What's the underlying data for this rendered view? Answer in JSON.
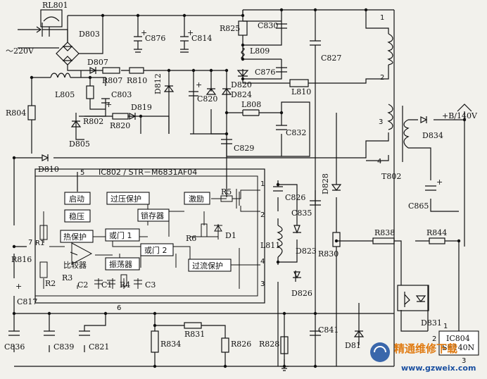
{
  "components": {
    "RL801": "RL801",
    "D803": "D803",
    "C876a": "C876",
    "C814": "C814",
    "R825": "R825",
    "C830": "C830",
    "L809": "L809",
    "C876b": "C876",
    "C827": "C827",
    "D807": "D807",
    "R807": "R807",
    "R810": "R810",
    "L805": "L805",
    "C803": "C803",
    "R804": "R804",
    "R802": "R802",
    "R820": "R820",
    "D819": "D819",
    "D805": "D805",
    "D812": "D812",
    "C820": "C820",
    "D820": "D820",
    "D824": "D824",
    "L810": "L810",
    "L808": "L808",
    "C832": "C832",
    "C829": "C829",
    "D810": "D810",
    "D834": "D834",
    "T802": "T802",
    "C865": "C865",
    "C826": "C826",
    "C835": "C835",
    "D828": "D828",
    "R5": "R5",
    "R6": "R6",
    "D1": "D1",
    "L811": "L811",
    "D823": "D823",
    "R830": "R830",
    "D826": "D826",
    "R838": "R838",
    "R844": "R844",
    "R816": "R816",
    "C817": "C817",
    "R2": "R2",
    "R3": "R3",
    "C2": "C2",
    "C1": "C1",
    "R4": "R4",
    "C3": "C3",
    "D831": "D831",
    "IC804": "IC804",
    "SE140N": "SE140N",
    "C836": "C836",
    "C839": "C839",
    "C821": "C821",
    "R831": "R831",
    "R834": "R834",
    "R826": "R826",
    "R828": "R828",
    "C841": "C841",
    "D818": "D81"
  },
  "ic": {
    "title": "IC802 / STR－M6831AF04",
    "blocks": {
      "start": "启动",
      "ovp": "过压保护",
      "reg": "稳压",
      "latch": "锁存器",
      "drive": "激励",
      "thermal": "热保护",
      "or1": "或门 1",
      "or2": "或门 2",
      "comp": "比较器",
      "osc": "振荡器",
      "ocp": "过流保护"
    },
    "pins": {
      "p1": "1",
      "p2": "2",
      "p3": "3",
      "p4": "4",
      "p5": "5",
      "p6": "6",
      "p7": "7",
      "r1": "R1"
    }
  },
  "misc": {
    "ac_in": "～220V",
    "output": "+B/140V",
    "t_pin1": "1",
    "t_pin2": "2",
    "t_pin3": "3",
    "t_pin4": "4",
    "ic804_pin1": "1",
    "ic804_pin2": "2",
    "ic804_pin3": "3",
    "plus": "+"
  },
  "watermark": {
    "brand": "精通维修下载",
    "url": "www.gzweix.com"
  }
}
